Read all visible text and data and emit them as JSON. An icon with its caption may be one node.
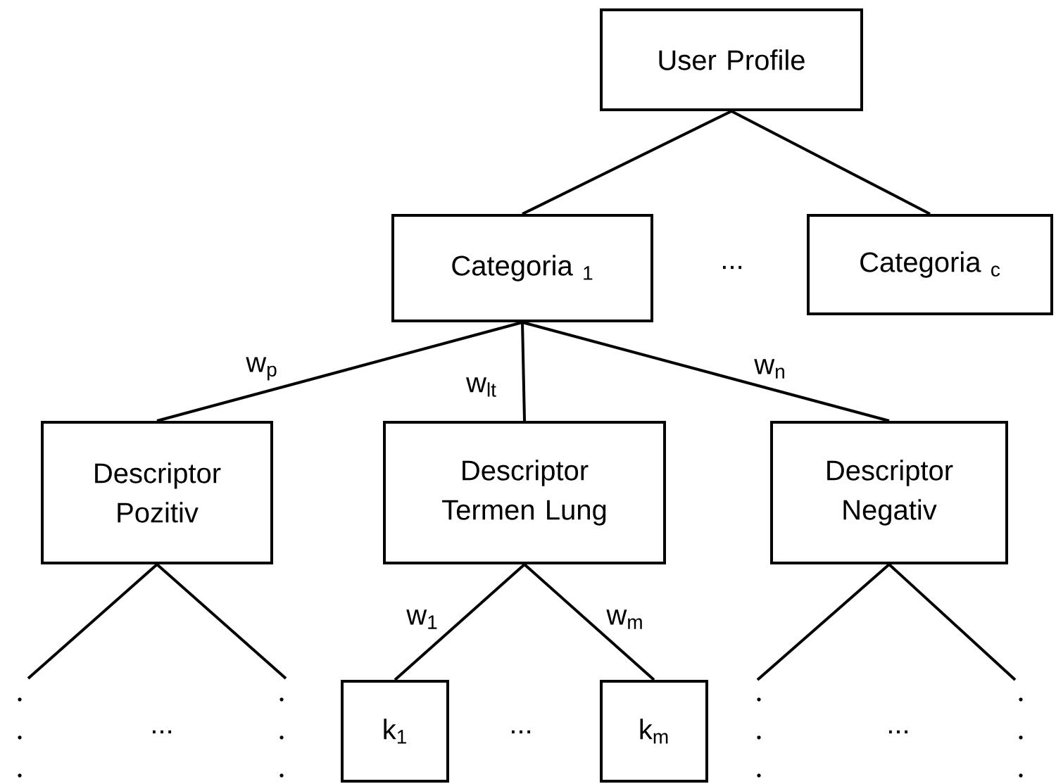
{
  "diagram": {
    "nodes": [
      {
        "text": [
          "User Profile"
        ]
      },
      {
        "text": [
          "Categoria $_{1}$"
        ]
      },
      {
        "text": [
          "Categoria $_{c}$"
        ]
      },
      {
        "text": [
          "Descriptor Pozitiv"
        ]
      },
      {
        "text": [
          "Descriptor Termen Lung"
        ]
      },
      {
        "text": [
          "Descriptor Negativ"
        ]
      },
      {
        "text": [
          "k$_{1}$"
        ]
      },
      {
        "text": [
          "k$_{m}$"
        ]
      }
    ],
    "edges": [
      {
        "from": 0,
        "to": 1,
        "arrow": "none"
      },
      {
        "from": 0,
        "to": 2,
        "arrow": "none"
      },
      {
        "from": 1,
        "to": 3,
        "arrow": "none",
        "label": "w$_{p}$"
      },
      {
        "from": 1,
        "to": 4,
        "arrow": "none",
        "label": "w$_{lt}$"
      },
      {
        "from": 1,
        "to": 5,
        "arrow": "none",
        "label": "w$_{n}$"
      },
      {
        "from": 4,
        "to": 6,
        "arrow": "none",
        "label": "w$_{1}$"
      },
      {
        "from": 4,
        "to": 7,
        "arrow": "none",
        "label": "w$_{m}$"
      },
      {
        "from": 3,
        "to": null,
        "arrow": "none"
      },
      {
        "from": 3,
        "to": null,
        "arrow": "none"
      },
      {
        "from": 5,
        "to": null,
        "arrow": "none"
      },
      {
        "from": 5,
        "to": null,
        "arrow": "none"
      }
    ],
    "labels": [
      "...",
      "...",
      "...",
      "..."
    ]
  }
}
